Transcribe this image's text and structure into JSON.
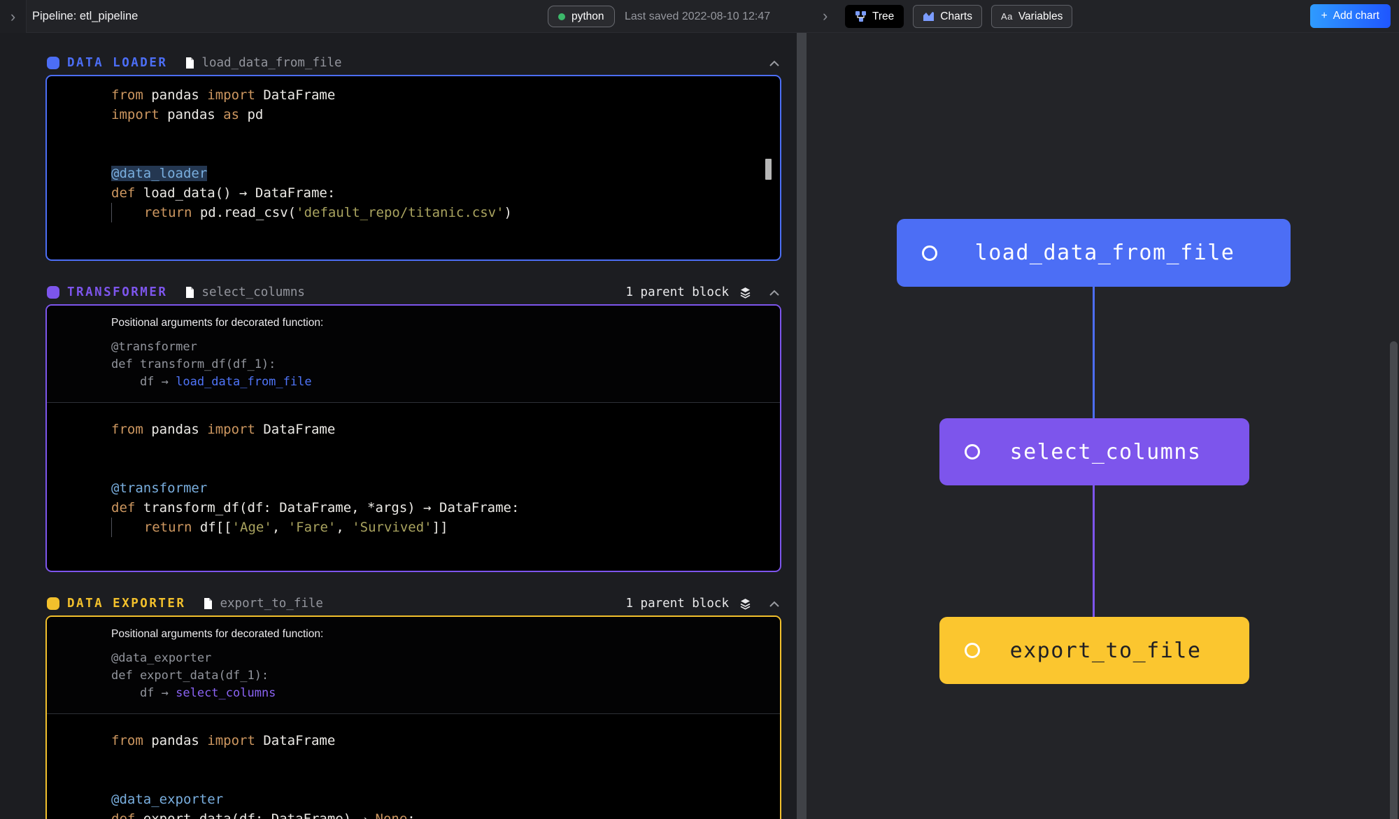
{
  "header": {
    "collapse_chevron": "›",
    "title": "Pipeline: etl_pipeline",
    "language": "python",
    "last_saved": "Last saved 2022-08-10 12:47",
    "panel_chevron": "›",
    "tabs": [
      {
        "id": "tree",
        "label": "Tree",
        "icon": "tree-icon",
        "active": true
      },
      {
        "id": "charts",
        "label": "Charts",
        "icon": "chart-icon",
        "active": false
      },
      {
        "id": "variables",
        "label": "Variables",
        "icon": "aa-icon",
        "active": false
      }
    ],
    "add_chart": {
      "icon": "+",
      "label": "Add chart"
    }
  },
  "colors": {
    "data_loader_accent": "#4c6ef5",
    "transformer_accent": "#7d55ec",
    "data_exporter_accent": "#f2c02c",
    "python_status_dot": "#3cb96a",
    "add_chart_gradient_start": "#2f9bff",
    "add_chart_gradient_end": "#1f56ff"
  },
  "blocks": [
    {
      "id": "data-loader",
      "type_label": "DATA LOADER",
      "accent": "#4c6ef5",
      "file_name": "load_data_from_file",
      "parent_label": "",
      "args": null,
      "code": [
        [
          {
            "t": "from ",
            "c": "kw"
          },
          {
            "t": "pandas ",
            "c": "pl"
          },
          {
            "t": "import ",
            "c": "kw"
          },
          {
            "t": "DataFrame",
            "c": "pl"
          }
        ],
        [
          {
            "t": "import ",
            "c": "kw"
          },
          {
            "t": "pandas ",
            "c": "pl"
          },
          {
            "t": "as ",
            "c": "kw"
          },
          {
            "t": "pd",
            "c": "pl"
          }
        ],
        [],
        [],
        [
          {
            "t": "@data_loader",
            "c": "dec hl"
          }
        ],
        [
          {
            "t": "def ",
            "c": "kw"
          },
          {
            "t": "load_data() → DataFrame:",
            "c": "pl"
          }
        ],
        [
          {
            "t": "",
            "c": "guide"
          },
          {
            "t": "    ",
            "c": "pl"
          },
          {
            "t": "return ",
            "c": "kw"
          },
          {
            "t": "pd.read_csv(",
            "c": "pl"
          },
          {
            "t": "'default_repo/titanic.csv'",
            "c": "str"
          },
          {
            "t": ")",
            "c": "pl"
          }
        ]
      ],
      "has_inner_scrollbar": true
    },
    {
      "id": "transformer",
      "type_label": "TRANSFORMER",
      "accent": "#7d55ec",
      "file_name": "select_columns",
      "parent_label": "1 parent block",
      "args": {
        "title": "Positional arguments for decorated function:",
        "lines": [
          [
            {
              "t": "@transformer",
              "c": "gr"
            }
          ],
          [
            {
              "t": "def transform_df(df_1):",
              "c": "gr"
            }
          ],
          [
            {
              "t": "    df → ",
              "c": "gr"
            },
            {
              "t": "load_data_from_file",
              "c": "lb"
            }
          ]
        ]
      },
      "code": [
        [
          {
            "t": "from ",
            "c": "kw"
          },
          {
            "t": "pandas ",
            "c": "pl"
          },
          {
            "t": "import ",
            "c": "kw"
          },
          {
            "t": "DataFrame",
            "c": "pl"
          }
        ],
        [],
        [],
        [
          {
            "t": "@transformer",
            "c": "dec"
          }
        ],
        [
          {
            "t": "def ",
            "c": "kw"
          },
          {
            "t": "transform_df(df: DataFrame, *args) → DataFrame:",
            "c": "pl"
          }
        ],
        [
          {
            "t": "",
            "c": "guide"
          },
          {
            "t": "    ",
            "c": "pl"
          },
          {
            "t": "return ",
            "c": "kw"
          },
          {
            "t": "df[[",
            "c": "pl"
          },
          {
            "t": "'Age'",
            "c": "str"
          },
          {
            "t": ", ",
            "c": "pl"
          },
          {
            "t": "'Fare'",
            "c": "str"
          },
          {
            "t": ", ",
            "c": "pl"
          },
          {
            "t": "'Survived'",
            "c": "str"
          },
          {
            "t": "]]",
            "c": "pl"
          }
        ]
      ],
      "has_inner_scrollbar": false
    },
    {
      "id": "data-exporter",
      "type_label": "DATA EXPORTER",
      "accent": "#f2c02c",
      "file_name": "export_to_file",
      "parent_label": "1 parent block",
      "args": {
        "title": "Positional arguments for decorated function:",
        "lines": [
          [
            {
              "t": "@data_exporter",
              "c": "gr"
            }
          ],
          [
            {
              "t": "def export_data(df_1):",
              "c": "gr"
            }
          ],
          [
            {
              "t": "    df → ",
              "c": "gr"
            },
            {
              "t": "select_columns",
              "c": "lp"
            }
          ]
        ]
      },
      "code": [
        [
          {
            "t": "from ",
            "c": "kw"
          },
          {
            "t": "pandas ",
            "c": "pl"
          },
          {
            "t": "import ",
            "c": "kw"
          },
          {
            "t": "DataFrame",
            "c": "pl"
          }
        ],
        [],
        [],
        [
          {
            "t": "@data_exporter",
            "c": "dec"
          }
        ],
        [
          {
            "t": "def ",
            "c": "kw"
          },
          {
            "t": "export_data(df: DataFrame) → ",
            "c": "pl"
          },
          {
            "t": "None",
            "c": "kw"
          },
          {
            "t": ":",
            "c": "pl"
          }
        ]
      ],
      "has_inner_scrollbar": false
    }
  ],
  "graph": {
    "nodes": [
      {
        "id": "load_data_from_file",
        "label": "load_data_from_file",
        "color": "#4c6ef5",
        "text_color": "#ffffff"
      },
      {
        "id": "select_columns",
        "label": "select_columns",
        "color": "#7d55ec",
        "text_color": "#ffffff"
      },
      {
        "id": "export_to_file",
        "label": "export_to_file",
        "color": "#fbc62f",
        "text_color": "#1f1f24"
      }
    ],
    "edges": [
      {
        "from": "load_data_from_file",
        "to": "select_columns",
        "color": "#4c6ef5"
      },
      {
        "from": "select_columns",
        "to": "export_to_file",
        "color": "#7d55ec"
      }
    ]
  }
}
